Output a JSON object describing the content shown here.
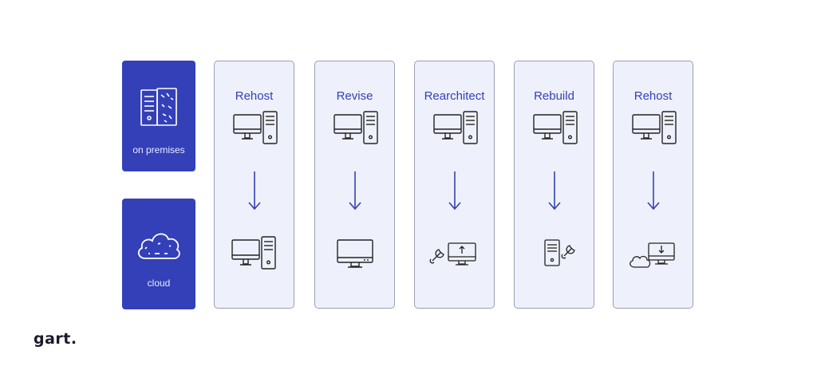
{
  "sidebar": {
    "top_label": "on premises",
    "bottom_label": "cloud"
  },
  "columns": [
    {
      "title": "Rehost",
      "bottom_icon": "desktop-tower-icon"
    },
    {
      "title": "Revise",
      "bottom_icon": "monitor-icon"
    },
    {
      "title": "Rearchitect",
      "bottom_icon": "wrench-monitor-upload-icon"
    },
    {
      "title": "Rebuild",
      "bottom_icon": "server-wrench-icon"
    },
    {
      "title": "Rehost",
      "bottom_icon": "cloud-monitor-download-icon"
    }
  ],
  "logo": "gart.",
  "colors": {
    "accent": "#3440b8",
    "panel": "#eef1fb",
    "border": "#9aa0b4",
    "icon": "#222222"
  }
}
